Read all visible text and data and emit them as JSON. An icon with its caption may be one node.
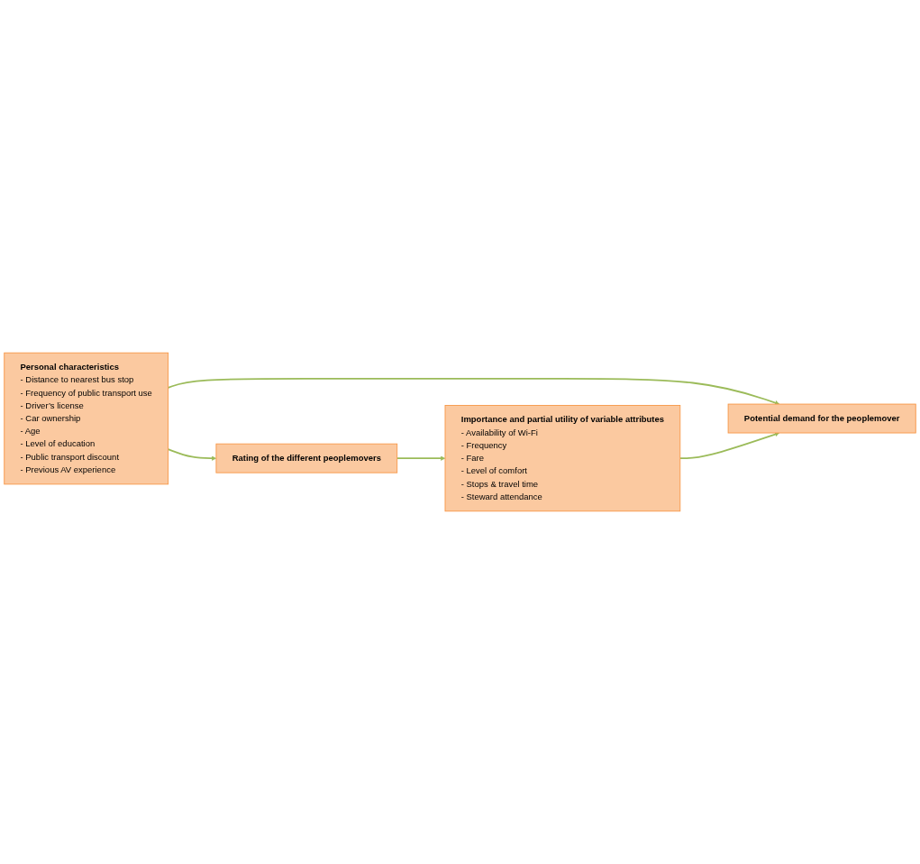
{
  "diagram": {
    "nodes": [
      {
        "text": [
          "Personal characteristics",
          "- Distance to nearest bus stop",
          "- Frequency of public transport use",
          "- Driver’s license",
          "- Car ownership",
          "- Age",
          "- Level of education",
          "- Public transport discount",
          "- Previous AV experience"
        ]
      },
      {
        "text": [
          "Potential demand for the peoplemover"
        ]
      },
      {
        "text": [
          "Rating of the different peoplemovers"
        ]
      },
      {
        "text": [
          "Importance and partial utility of variable attributes",
          "- Availability of Wi-Fi",
          "- Frequency",
          "- Fare",
          "- Level of comfort",
          "- Stops & travel time",
          "- Steward attendance"
        ]
      }
    ],
    "edges": [
      {
        "from": 0,
        "to": 1,
        "arrow": "to"
      },
      {
        "from": 0,
        "to": 2,
        "arrow": "to"
      },
      {
        "from": 2,
        "to": 3,
        "arrow": "to"
      },
      {
        "from": 3,
        "to": 1,
        "arrow": "to"
      }
    ]
  }
}
